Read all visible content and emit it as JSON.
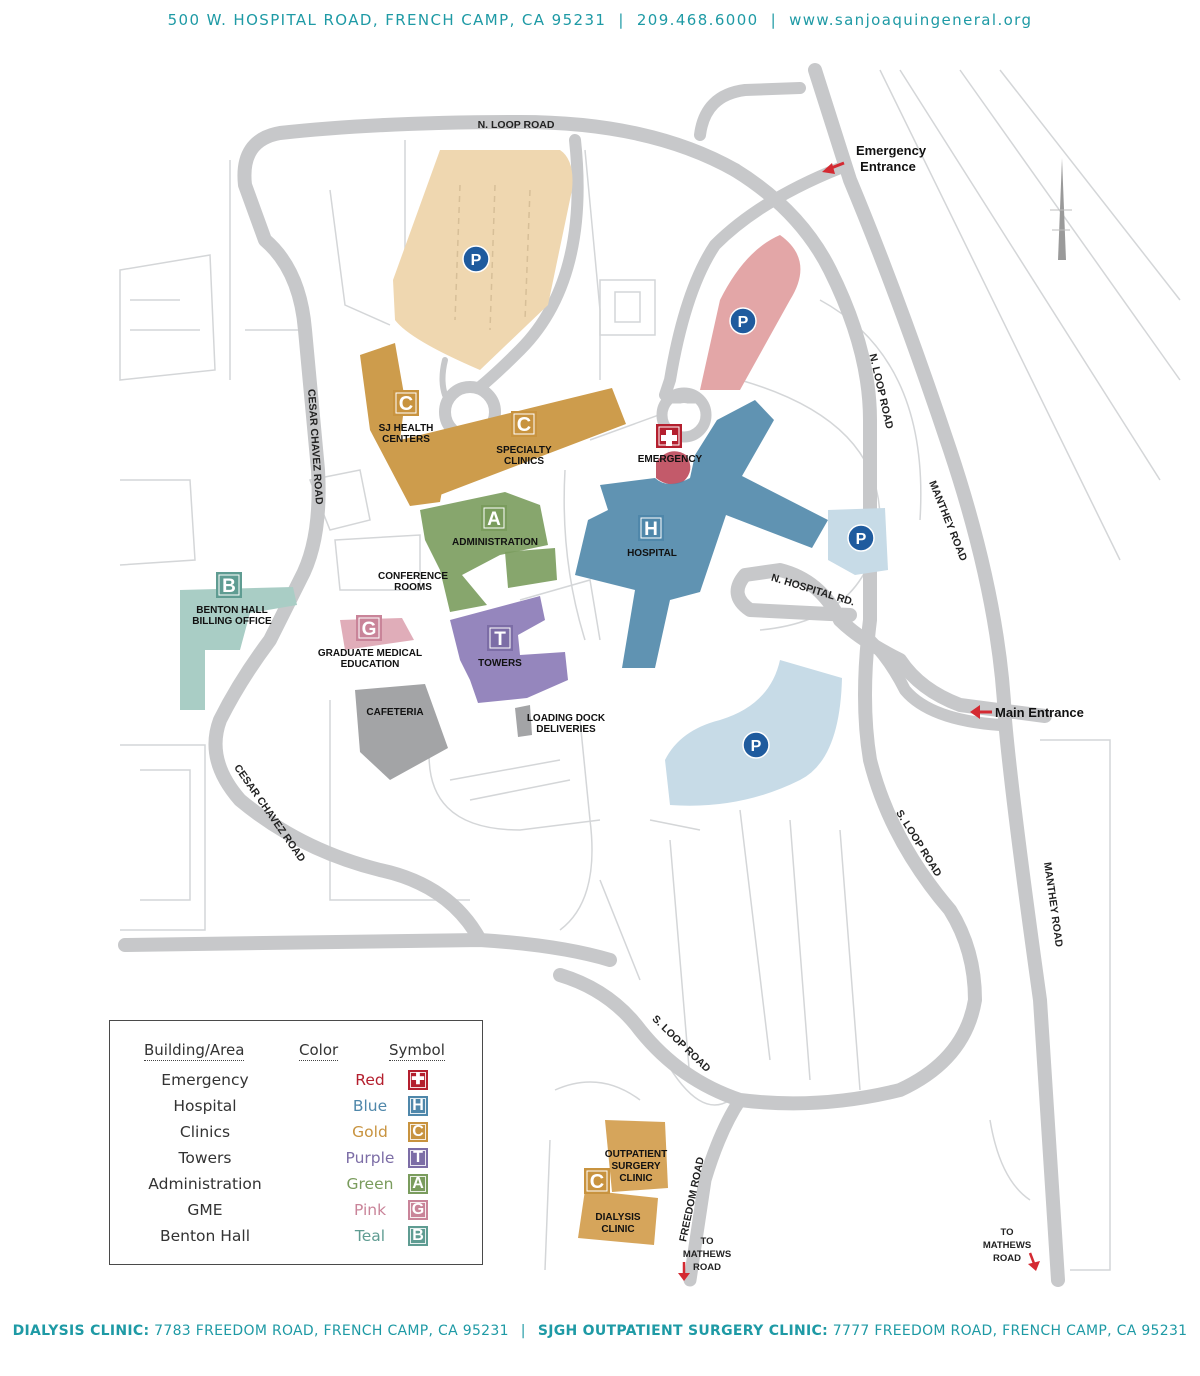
{
  "header": {
    "address": "500 W. HOSPITAL ROAD, FRENCH CAMP, CA 95231",
    "phone": "209.468.6000",
    "website": "www.sanjoaquingeneral.org",
    "separator": "|"
  },
  "roads": {
    "n_loop_top": "N. LOOP ROAD",
    "n_loop_right": "N. LOOP ROAD",
    "cesar_chavez_upper": "CESAR CHAVEZ ROAD",
    "cesar_chavez_lower": "CESAR CHAVEZ ROAD",
    "manthey_upper": "MANTHEY ROAD",
    "manthey_lower": "MANTHEY ROAD",
    "n_hospital": "N. HOSPITAL RD.",
    "s_loop_right": "S. LOOP ROAD",
    "s_loop_bottom": "S. LOOP ROAD",
    "freedom": "FREEDOM ROAD"
  },
  "entrances": {
    "emergency_line1": "Emergency",
    "emergency_line2": "Entrance",
    "main": "Main Entrance"
  },
  "directions": {
    "to_mathews_1": [
      "TO",
      "MATHEWS",
      "ROAD"
    ],
    "to_mathews_2": [
      "TO",
      "MATHEWS",
      "ROAD"
    ]
  },
  "buildings": {
    "sj_health": [
      "SJ HEALTH",
      "CENTERS"
    ],
    "specialty": [
      "SPECIALTY",
      "CLINICS"
    ],
    "emergency": "EMERGENCY",
    "hospital": "HOSPITAL",
    "administration": "ADMINISTRATION",
    "conference": [
      "CONFERENCE",
      "ROOMS"
    ],
    "benton": [
      "BENTON HALL",
      "BILLING OFFICE"
    ],
    "gme": [
      "GRADUATE MEDICAL",
      "EDUCATION"
    ],
    "towers": "TOWERS",
    "cafeteria": "CAFETERIA",
    "loading": [
      "LOADING DOCK",
      "DELIVERIES"
    ],
    "outpatient": [
      "OUTPATIENT",
      "SURGERY",
      "CLINIC"
    ],
    "dialysis": [
      "DIALYSIS",
      "CLINIC"
    ]
  },
  "symbols": {
    "parking": "P",
    "clinics": "C",
    "hospital": "H",
    "admin": "A",
    "towers": "T",
    "gme": "G",
    "benton": "B"
  },
  "colors": {
    "emergency": "#b41f2e",
    "hospital": "#4f87aa",
    "clinics": "#c8933f",
    "towers": "#7c6da6",
    "admin": "#7a9c5d",
    "gme": "#c98499",
    "benton": "#5f9c92",
    "parking_fill": "#efd7b0",
    "parking_badge": "#1f5b9e",
    "road": "#c7c8ca"
  },
  "legend": {
    "col_building": "Building/Area",
    "col_color": "Color",
    "col_symbol": "Symbol",
    "rows": [
      {
        "name": "Emergency",
        "color": "Red",
        "symbol": "✚"
      },
      {
        "name": "Hospital",
        "color": "Blue",
        "symbol": "H"
      },
      {
        "name": "Clinics",
        "color": "Gold",
        "symbol": "C"
      },
      {
        "name": "Towers",
        "color": "Purple",
        "symbol": "T"
      },
      {
        "name": "Administration",
        "color": "Green",
        "symbol": "A"
      },
      {
        "name": "GME",
        "color": "Pink",
        "symbol": "G"
      },
      {
        "name": "Benton Hall",
        "color": "Teal",
        "symbol": "B"
      }
    ]
  },
  "footer": {
    "dialysis_label": "DIALYSIS CLINIC:",
    "dialysis_address": "7783 FREEDOM ROAD, FRENCH CAMP, CA 95231",
    "surgery_label": "SJGH OUTPATIENT SURGERY CLINIC:",
    "surgery_address": "7777 FREEDOM ROAD, FRENCH CAMP, CA 95231",
    "separator": "|"
  }
}
